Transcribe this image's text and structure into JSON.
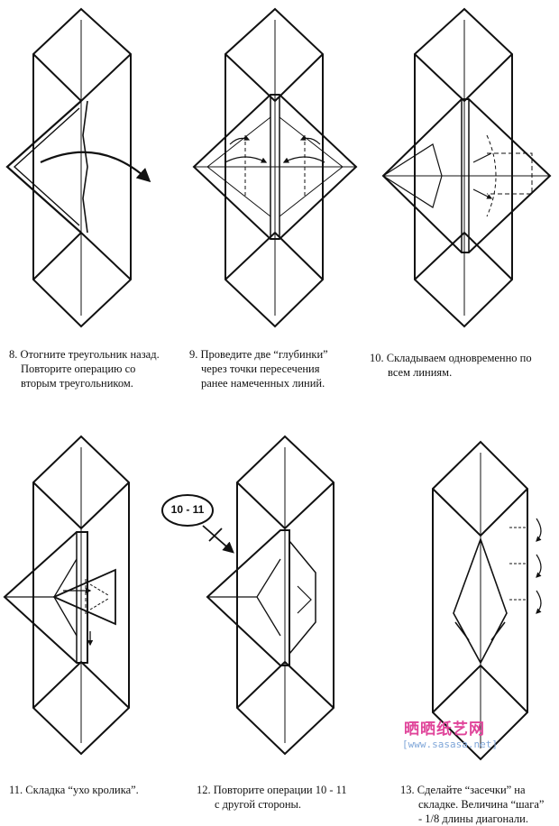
{
  "steps": [
    {
      "number": "8.",
      "lines": [
        "Отогните треугольник назад.",
        "Повторите операцию со",
        "вторым треугольником."
      ]
    },
    {
      "number": "9.",
      "lines": [
        "Проведите две “глубинки”",
        "через точки пересечения",
        "ранее намеченных линий."
      ]
    },
    {
      "number": "10.",
      "lines": [
        "Складываем одновременно по",
        "всем линиям."
      ]
    },
    {
      "number": "11.",
      "lines": [
        "Складка “ухо кролика”."
      ]
    },
    {
      "number": "12.",
      "lines": [
        "Повторите операции 10 - 11",
        "с другой стороны."
      ]
    },
    {
      "number": "13.",
      "lines": [
        "Сделайте “засечки” на",
        "складке. Величина “шага”",
        "- 1/8 длины диагонали."
      ]
    }
  ],
  "reference_label": "10 - 11",
  "watermark": {
    "title": "晒晒纸艺网",
    "url": "[www.sasasa.net]"
  },
  "colors": {
    "ink": "#111111",
    "watermark_pink": "#e0449a",
    "watermark_blue": "#7fa6d8"
  }
}
